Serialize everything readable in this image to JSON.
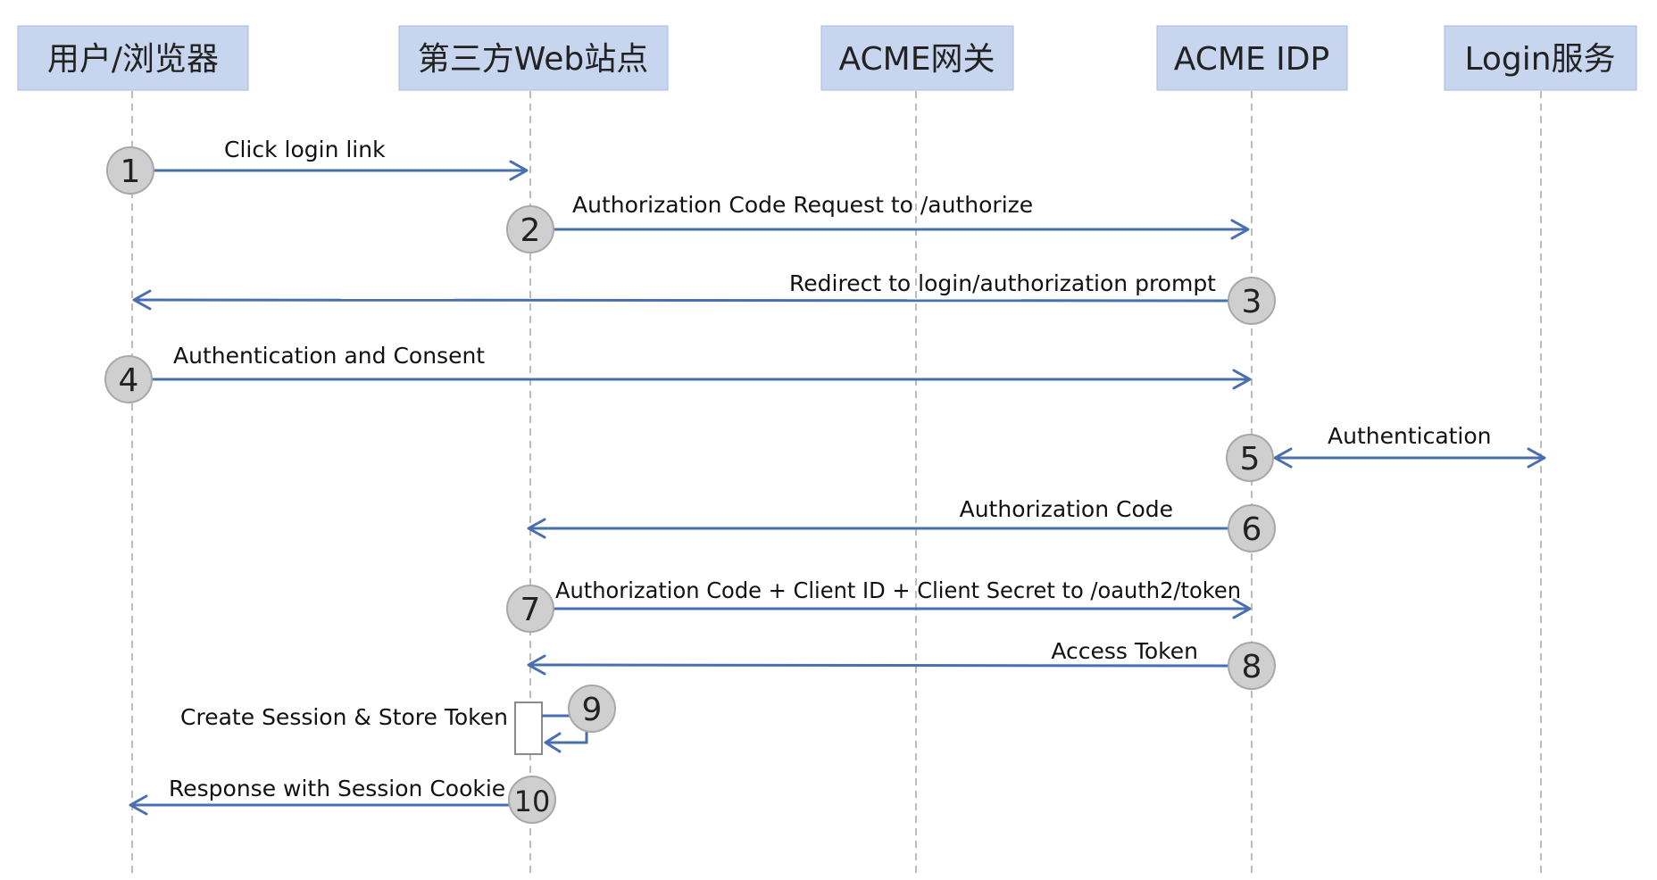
{
  "actors": [
    {
      "id": "browser",
      "label": "用户/浏览器"
    },
    {
      "id": "site",
      "label": "第三方Web站点"
    },
    {
      "id": "gateway",
      "label": "ACME网关"
    },
    {
      "id": "idp",
      "label": "ACME IDP"
    },
    {
      "id": "login",
      "label": "Login服务"
    }
  ],
  "messages": [
    {
      "step": "1",
      "from": "browser",
      "to": "site",
      "label": "Click login link",
      "kind": "forward"
    },
    {
      "step": "2",
      "from": "site",
      "to": "idp",
      "label": "Authorization Code Request to /authorize",
      "kind": "forward"
    },
    {
      "step": "3",
      "from": "idp",
      "to": "browser",
      "label": "Redirect to login/authorization prompt",
      "kind": "back"
    },
    {
      "step": "4",
      "from": "browser",
      "to": "idp",
      "label": "Authentication and Consent",
      "kind": "forward"
    },
    {
      "step": "5",
      "from": "idp",
      "to": "login",
      "label": "Authentication",
      "kind": "both"
    },
    {
      "step": "6",
      "from": "idp",
      "to": "site",
      "label": "Authorization Code",
      "kind": "back"
    },
    {
      "step": "7",
      "from": "site",
      "to": "idp",
      "label": "Authorization Code + Client ID + Client Secret to /oauth2/token",
      "kind": "forward"
    },
    {
      "step": "8",
      "from": "idp",
      "to": "site",
      "label": "Access Token",
      "kind": "back"
    },
    {
      "step": "9",
      "from": "site",
      "to": "site",
      "label": "Create Session & Store Token",
      "kind": "self"
    },
    {
      "step": "10",
      "from": "site",
      "to": "browser",
      "label": "Response with Session Cookie",
      "kind": "back"
    }
  ],
  "colors": {
    "actor_fill": "#c7d5ee",
    "arrow": "#4a6fb1",
    "step_circle": "#cfcfcf",
    "lifeline": "#bdbdbd"
  }
}
